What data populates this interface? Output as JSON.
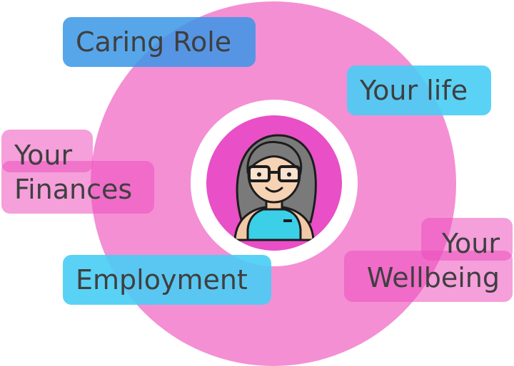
{
  "diagram": {
    "center": {
      "icon": "woman-with-glasses-avatar-icon"
    },
    "labels": {
      "caring_role": "Caring Role",
      "your_life": "Your life",
      "your_finances": [
        "Your",
        "Finances"
      ],
      "employment": "Employment",
      "your_wellbeing": [
        "Your",
        "Wellbeing"
      ]
    },
    "colors": {
      "ring": "#f48fd4",
      "center": "#e94fc6",
      "blue_label": "#3a96e6",
      "cyan_label": "#48cdf5",
      "pink_label": "#ec50be",
      "text": "#3f3f3f"
    }
  }
}
